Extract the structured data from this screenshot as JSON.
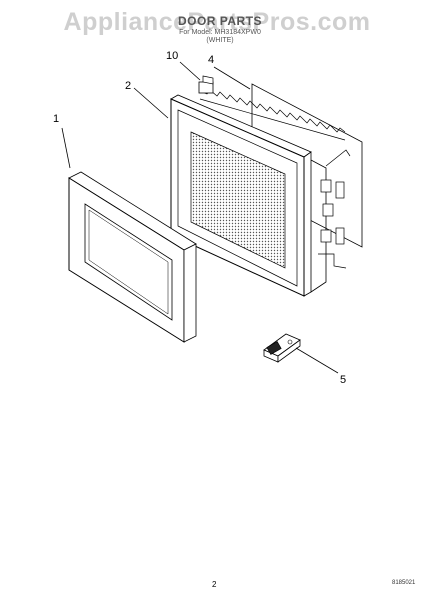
{
  "watermark": "AppliancePartsPros.com",
  "header": {
    "title": "DOOR PARTS",
    "subtitle": "For Model: MH3184XPW0",
    "subtitle2": "(WHITE)"
  },
  "callouts": {
    "part_1": "1",
    "part_2": "2",
    "part_4": "4",
    "part_5": "5",
    "part_10": "10"
  },
  "footer": {
    "page_number": "2",
    "doc_code": "8185021"
  }
}
